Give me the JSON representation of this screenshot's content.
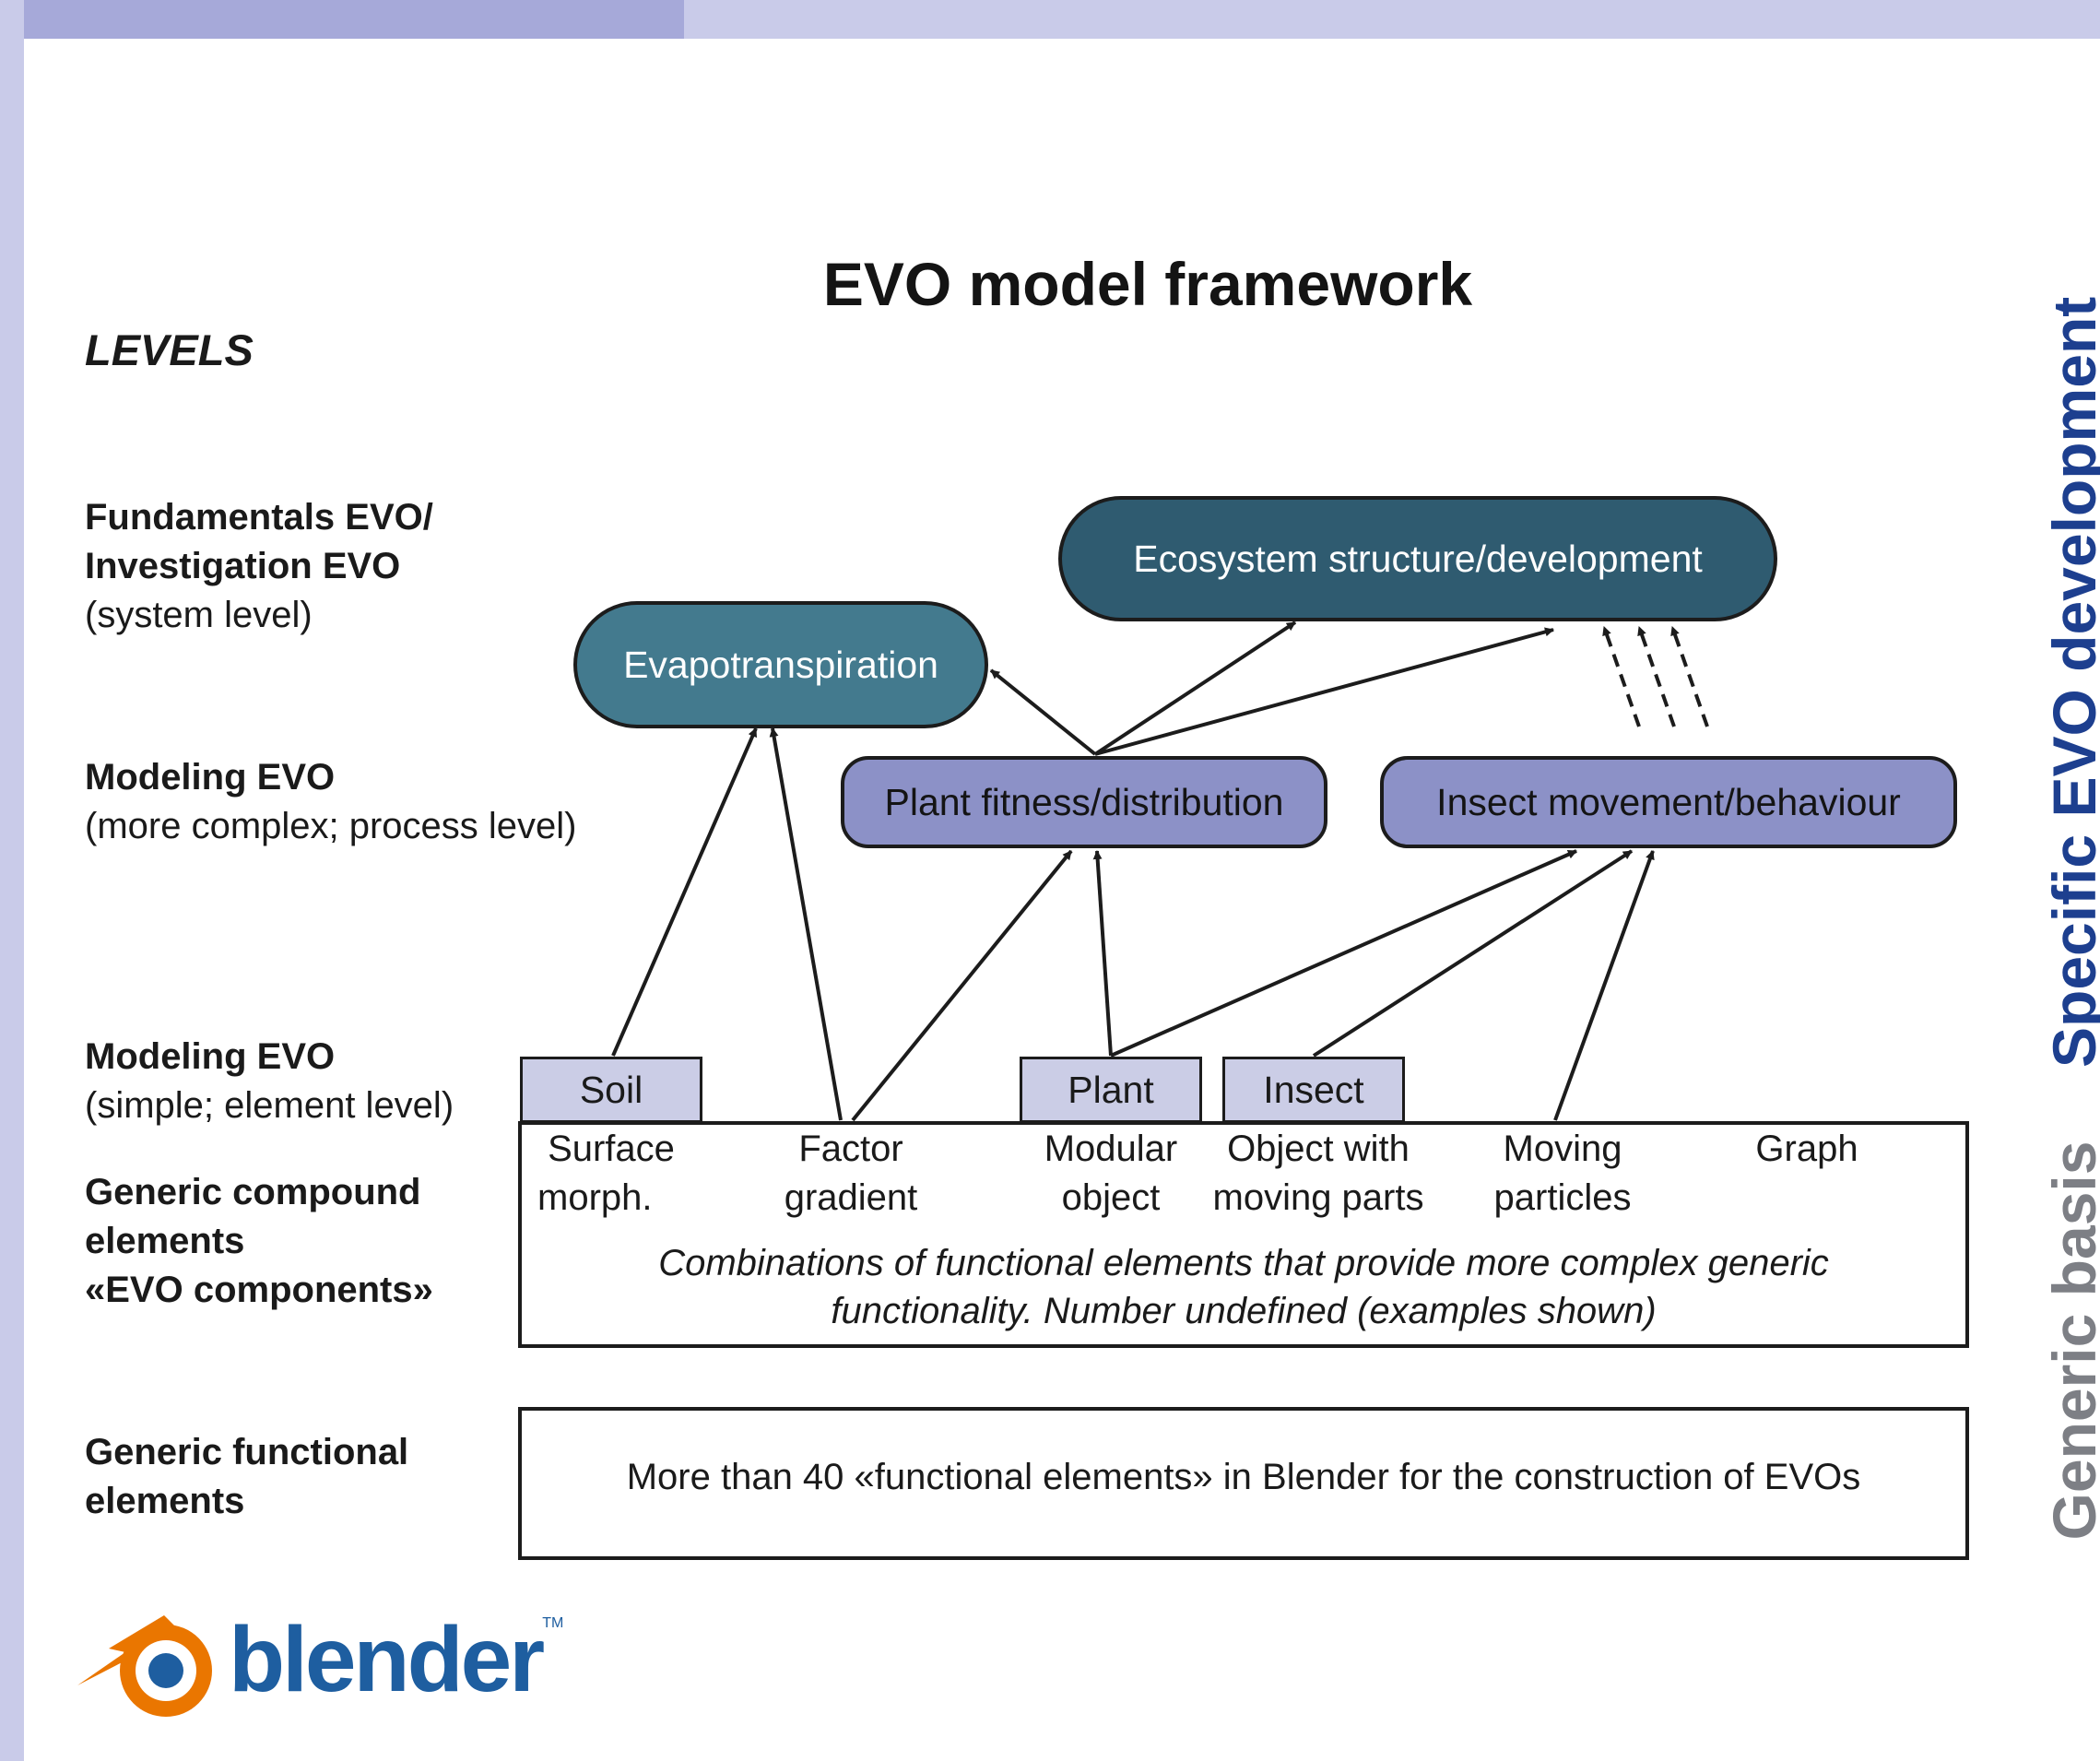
{
  "title": "EVO model framework",
  "levels_heading": "LEVELS",
  "levels": {
    "fundamentals": {
      "line1": "Fundamentals EVO/",
      "line2": "Investigation EVO",
      "line3": "(system level)"
    },
    "modeling_complex": {
      "name": "Modeling EVO",
      "desc": "(more complex; process level)"
    },
    "modeling_simple": {
      "name": "Modeling EVO",
      "desc": "(simple; element level)"
    },
    "compound": {
      "line1": "Generic compound",
      "line2": "elements",
      "line3": "«EVO components»"
    },
    "functional": {
      "line1": "Generic functional",
      "line2": "elements"
    }
  },
  "system_nodes": {
    "ecosystem": "Ecosystem structure/development",
    "evapotranspiration": "Evapotranspiration"
  },
  "process_nodes": {
    "plant_fitness": "Plant fitness/distribution",
    "insect_movement": "Insect movement/behaviour"
  },
  "element_tabs": {
    "soil": "Soil",
    "plant": "Plant",
    "insect": "Insect"
  },
  "components": [
    {
      "line1": "Surface",
      "line2": "morph."
    },
    {
      "line1": "Factor",
      "line2": "gradient"
    },
    {
      "line1": "Modular",
      "line2": "object"
    },
    {
      "line1": "Object with",
      "line2": "moving parts"
    },
    {
      "line1": "Moving",
      "line2": "particles"
    },
    {
      "line1": "Graph",
      "line2": ""
    }
  ],
  "combinations_text": {
    "line1": "Combinations of functional elements that provide more complex generic",
    "line2": "functionality. Number undefined (examples shown)"
  },
  "functional_text": "More than 40 «functional elements» in Blender for the construction of EVOs",
  "side_labels": {
    "specific": "Specific EVO development",
    "generic": "Generic basis"
  },
  "logo": {
    "text": "blender",
    "tm": "TM",
    "icon": "blender-logo-icon"
  },
  "colors": {
    "dark_pill": "#2f5b70",
    "mid_pill": "#437a8e",
    "process_pill": "#8c91c7",
    "element_tab": "#cbcde6",
    "frame": "#c9cbe9",
    "specific_label": "#1d3f8f",
    "generic_label": "#7d7f85",
    "logo_orange": "#ea7600",
    "logo_blue": "#1e5ea0"
  }
}
